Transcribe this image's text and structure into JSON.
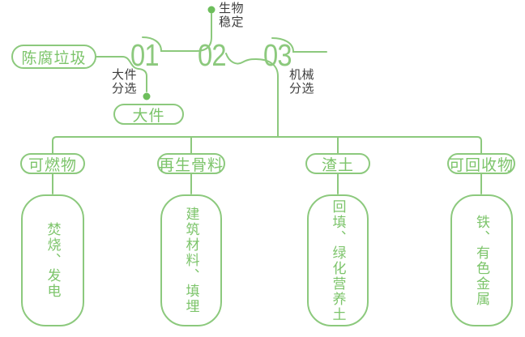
{
  "colors": {
    "line_green": "#8cc97d",
    "text_green": "#7cc46a",
    "dot_green": "#6dbe5c",
    "label_dark": "#3e3e3e",
    "background": "#ffffff"
  },
  "flow": {
    "source": "陈腐垃圾",
    "steps": [
      {
        "number": "01",
        "label": "大件\n分选",
        "output": "大件"
      },
      {
        "number": "02",
        "label": "生物\n稳定"
      },
      {
        "number": "03",
        "label": "机械\n分选"
      }
    ],
    "branches": [
      {
        "category": "可燃物",
        "use": "焚烧、发电"
      },
      {
        "category": "再生骨料",
        "use": "建筑材料、填埋"
      },
      {
        "category": "渣土",
        "use": "回填、绿化营养土"
      },
      {
        "category": "可回收物",
        "use": "铁、有色金属"
      }
    ]
  }
}
